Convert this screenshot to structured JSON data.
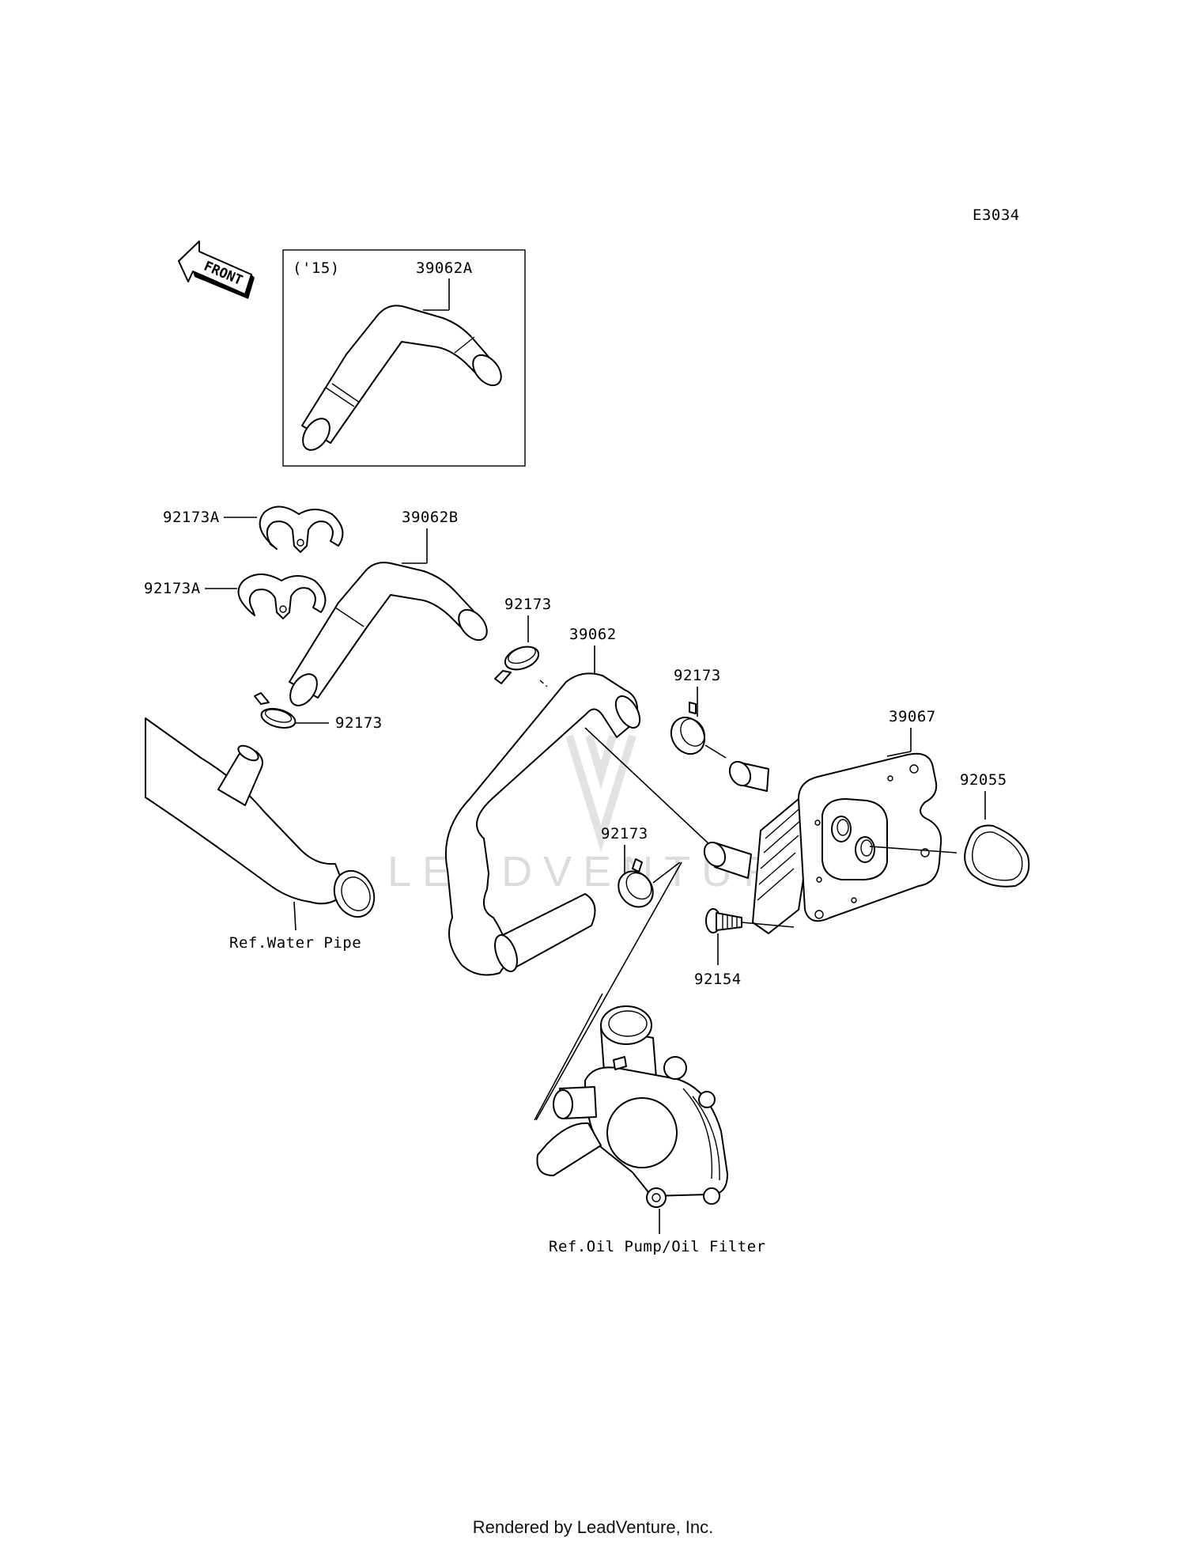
{
  "diagram_code": "E3034",
  "inset": {
    "note": "('15)",
    "part": "39062A"
  },
  "front_arrow": "FRONT",
  "watermark": "LEADVENTURE",
  "callouts": {
    "c_92173A_top": "92173A",
    "c_92173A_bottom": "92173A",
    "c_39062B": "39062B",
    "c_92173_a": "92173",
    "c_39062": "39062",
    "c_92173_b": "92173",
    "c_39067": "39067",
    "c_92055": "92055",
    "c_92173_left": "92173",
    "c_92173_c": "92173",
    "c_92154": "92154"
  },
  "references": {
    "water_pipe": "Ref.Water Pipe",
    "oil_pump": "Ref.Oil Pump/Oil Filter"
  },
  "footer": "Rendered by LeadVenture, Inc."
}
